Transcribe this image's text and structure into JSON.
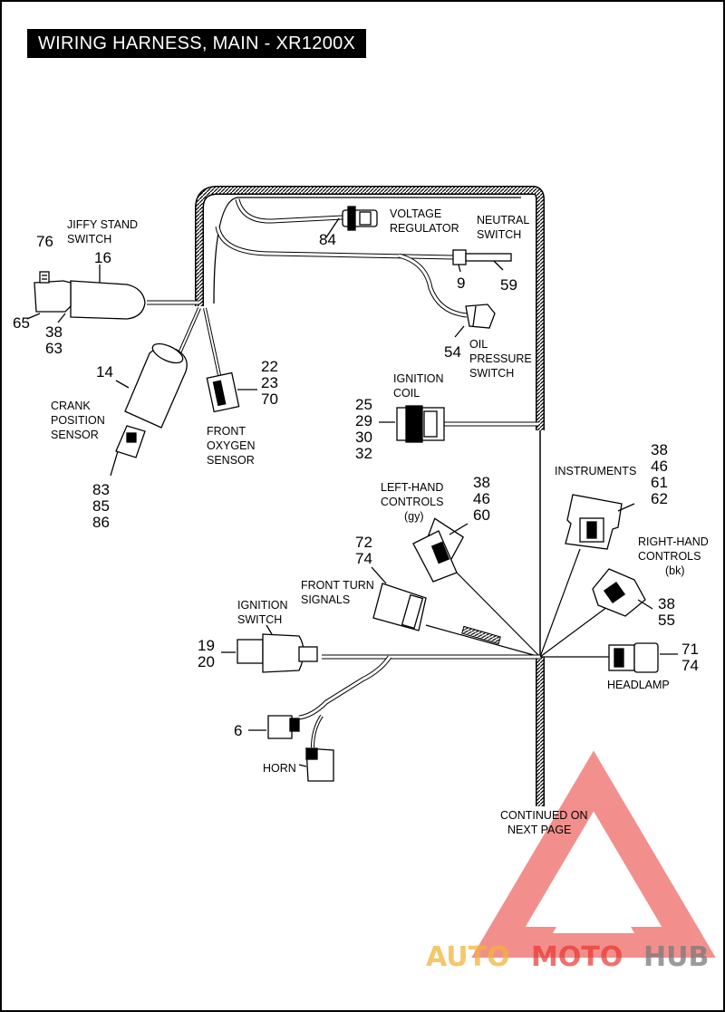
{
  "title": "WIRING HARNESS, MAIN - XR1200X",
  "callouts": {
    "jiffy_stand_switch": [
      "JIFFY STAND",
      "SWITCH"
    ],
    "jiffy_nums": {
      "a": "76",
      "b": "16",
      "c": "65",
      "d": "38",
      "e": "63"
    },
    "voltage_regulator": [
      "VOLTAGE",
      "REGULATOR"
    ],
    "vr_num": "84",
    "neutral_switch": [
      "NEUTRAL",
      "SWITCH"
    ],
    "neutral_nums": {
      "a": "9",
      "b": "59"
    },
    "oil_pressure_switch": [
      "OIL",
      "PRESSURE",
      "SWITCH"
    ],
    "oil_num": "54",
    "crank_position_sensor": [
      "CRANK",
      "POSITION",
      "SENSOR"
    ],
    "crank_nums": {
      "a": "14",
      "b": "83",
      "c": "85",
      "d": "86"
    },
    "front_oxygen_sensor": [
      "FRONT",
      "OXYGEN",
      "SENSOR"
    ],
    "oxygen_nums": [
      "22",
      "23",
      "70"
    ],
    "ignition_coil": [
      "IGNITION",
      "COIL"
    ],
    "coil_nums": [
      "25",
      "29",
      "30",
      "32"
    ],
    "instruments": "INSTRUMENTS",
    "instruments_nums": [
      "38",
      "46",
      "61",
      "62"
    ],
    "left_hand_controls": [
      "LEFT-HAND",
      "CONTROLS",
      "(gy)"
    ],
    "lh_nums": [
      "38",
      "46",
      "60"
    ],
    "right_hand_controls": [
      "RIGHT-HAND",
      "CONTROLS",
      "(bk)"
    ],
    "rh_nums": [
      "38",
      "55"
    ],
    "front_turn_signals": [
      "FRONT TURN",
      "SIGNALS"
    ],
    "turn_nums": [
      "72",
      "74"
    ],
    "ignition_switch": [
      "IGNITION",
      "SWITCH"
    ],
    "ign_nums": [
      "19",
      "20"
    ],
    "headlamp": "HEADLAMP",
    "headlamp_nums": [
      "71",
      "74"
    ],
    "horn": "HORN",
    "horn_num": "6",
    "continued": [
      "CONTINUED ON",
      "NEXT PAGE"
    ]
  },
  "watermark": {
    "part1": "AUTO",
    "part2": "MOTO",
    "part3": "HUB"
  },
  "colors": {
    "ink": "#000000",
    "watermark_red": "#e8342f",
    "watermark_orange": "#f2b33a",
    "watermark_gray": "#7a7a7a"
  }
}
